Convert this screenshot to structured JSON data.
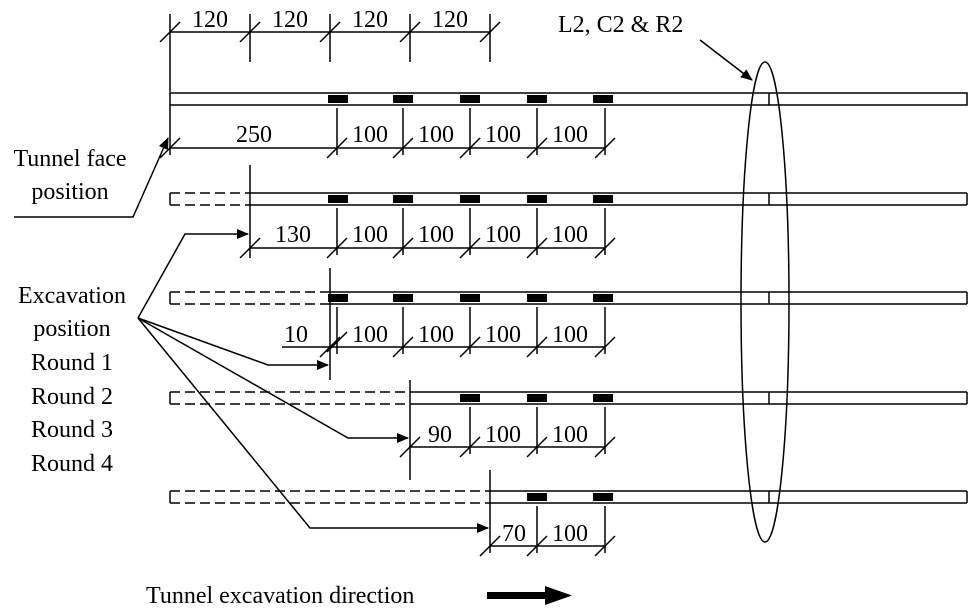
{
  "labels": {
    "top_callout": "L2, C2 & R2",
    "tunnel_face": [
      "Tunnel face",
      "position"
    ],
    "excavation": [
      "Excavation",
      "position",
      "Round 1",
      "Round 2",
      "Round 3",
      "Round 4"
    ],
    "direction": "Tunnel excavation direction"
  },
  "top_spacing": [
    "120",
    "120",
    "120",
    "120"
  ],
  "rows": [
    {
      "name": "initial",
      "first": "250",
      "rest": [
        "100",
        "100",
        "100",
        "100"
      ]
    },
    {
      "name": "round-1",
      "first": "130",
      "rest": [
        "100",
        "100",
        "100",
        "100"
      ]
    },
    {
      "name": "round-2",
      "first": "10",
      "rest": [
        "100",
        "100",
        "100",
        "100"
      ]
    },
    {
      "name": "round-3",
      "first": "90",
      "rest": [
        "100",
        "100"
      ]
    },
    {
      "name": "round-4",
      "first": "70",
      "rest": [
        "100"
      ]
    }
  ]
}
